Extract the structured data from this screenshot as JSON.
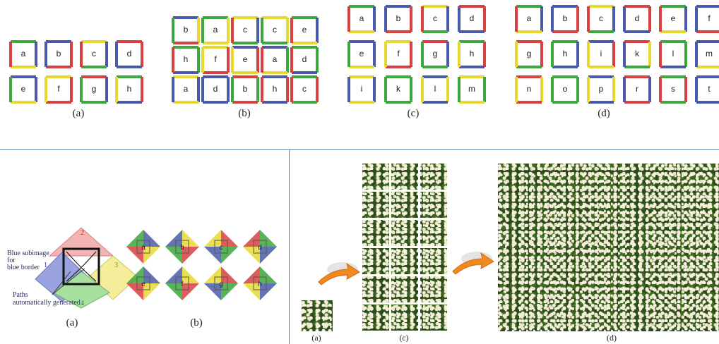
{
  "colors": {
    "red": "#d94040",
    "green": "#3aa83a",
    "blue": "#4a5aa8",
    "yellow": "#e8d830",
    "divider": "#5a7fa8"
  },
  "top": {
    "a": {
      "caption": "(a)",
      "rows": [
        [
          "a",
          "b",
          "c",
          "d"
        ],
        [
          "e",
          "f",
          "g",
          "h"
        ]
      ]
    },
    "b": {
      "caption": "(b)",
      "rows": [
        [
          "b",
          "a",
          "c",
          "c",
          "e"
        ],
        [
          "h",
          "f",
          "e",
          "a",
          "d"
        ],
        [
          "a",
          "d",
          "b",
          "h",
          "c"
        ]
      ]
    },
    "c": {
      "caption": "(c)",
      "rows": [
        [
          "a",
          "b",
          "c",
          "d"
        ],
        [
          "e",
          "f",
          "g",
          "h"
        ],
        [
          "i",
          "k",
          "l",
          "m"
        ]
      ]
    },
    "d": {
      "caption": "(d)",
      "rows": [
        [
          "a",
          "b",
          "c",
          "d",
          "e",
          "f"
        ],
        [
          "g",
          "h",
          "i",
          "k",
          "l",
          "m"
        ],
        [
          "n",
          "o",
          "p",
          "r",
          "s",
          "t"
        ]
      ]
    }
  },
  "bottom_left": {
    "a": {
      "caption": "(a)",
      "numbers": [
        "1",
        "2",
        "3",
        "4"
      ],
      "note_blue": [
        "Blue subimage",
        "for",
        "blue border"
      ],
      "note_paths": [
        "Paths",
        "automatically generated"
      ]
    },
    "b": {
      "caption": "(b)",
      "labels": [
        "a",
        "b",
        "c",
        "d",
        "e",
        "f",
        "g",
        "h"
      ]
    }
  },
  "bottom_right": {
    "captions": {
      "a": "(a)",
      "c": "(c)",
      "d": "(d)"
    },
    "icons": [
      "arrow-icon",
      "arrow-icon"
    ]
  }
}
